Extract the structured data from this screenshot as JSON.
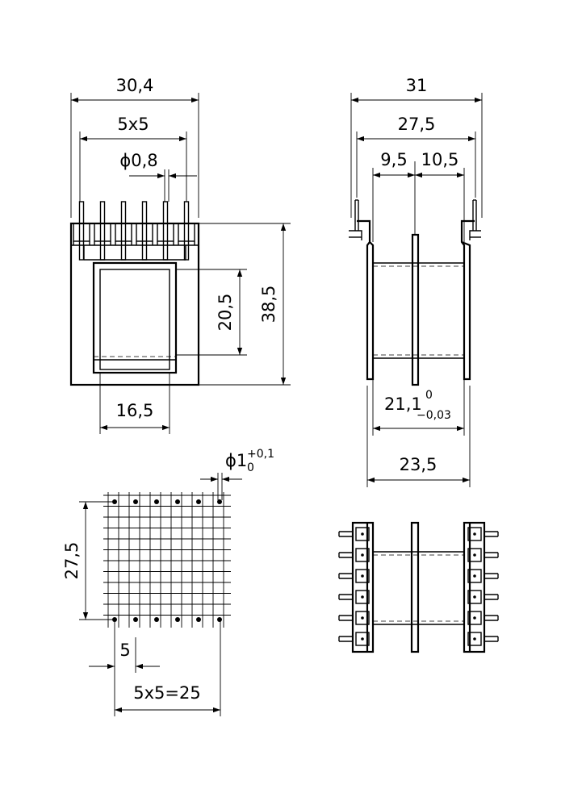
{
  "front_view": {
    "width_overall": "30,4",
    "pin_spacing": "5x5",
    "pin_diameter": "ϕ0,8",
    "window_height": "20,5",
    "height_overall": "38,5",
    "window_width": "16,5"
  },
  "side_view": {
    "width_overall": "31",
    "pin_span": "27,5",
    "section_left": "9,5",
    "section_right": "10,5",
    "winding_width_value": "21,1",
    "winding_tol_upper": "0",
    "winding_tol_lower": "−0,03",
    "flange_width": "23,5"
  },
  "pcb_layout": {
    "hole_diameter": "ϕ1",
    "hole_tol_upper": "+0,1",
    "hole_tol_lower": "0",
    "row_span": "27,5",
    "grid_pitch": "5",
    "pin_span": "5x5=25"
  },
  "colors": {
    "ink": "#000000",
    "paper": "#ffffff"
  }
}
